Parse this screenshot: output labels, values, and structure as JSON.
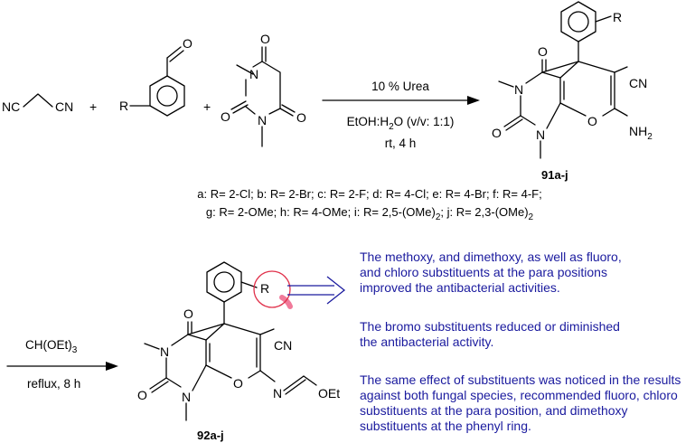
{
  "reagents": {
    "nitrile_left": "NC",
    "nitrile_right": "CN",
    "plus": "+",
    "aldehyde_o": "O",
    "aryl_r": "R",
    "n": "N",
    "o": "O"
  },
  "step1": {
    "catalyst": "10 % Urea",
    "solvent_main": "EtOH:H",
    "solvent_sub": "2",
    "solvent_tail": "O (v/v: 1:1)",
    "conditions": "rt, 4 h"
  },
  "product1": {
    "label": "91a-j",
    "cn": "CN",
    "nh": "NH",
    "nh_sub": "2",
    "r": "R"
  },
  "substituents": {
    "line1": "a: R= 2-Cl; b: R= 2-Br; c: R= 2-F; d: R= 4-Cl; e: R= 4-Br; f: R= 4-F;",
    "line2_a": "g: R= 2-OMe; h: R= 4-OMe; i: R= 2,5-(OMe)",
    "line2_sub1": "2",
    "line2_b": "; j: R= 2,3-(OMe)",
    "line2_sub2": "2"
  },
  "step2": {
    "reagent_main": "CH(OEt)",
    "reagent_sub": "3",
    "conditions": "reflux, 8 h"
  },
  "product2": {
    "label": "92a-j",
    "cn": "CN",
    "imine_n": "N",
    "oet": "OEt",
    "r": "R"
  },
  "notes": [
    "The methoxy, and dimethoxy, as well as fluoro, and chloro substituents at the para positions improved the antibacterial activities.",
    "The bromo substituents reduced or diminished the antibacterial activity.",
    "The same effect of substituents was noticed in the results against both fungal species, recommended fluoro, chloro substituents at the para position, and dimethoxy substituents at the phenyl ring."
  ],
  "colors": {
    "note_text": "#1a1a9e",
    "arrow_blue": "#1a1a9e",
    "circle_red": "#e0304a",
    "circle_fill": "#f07a9a"
  }
}
